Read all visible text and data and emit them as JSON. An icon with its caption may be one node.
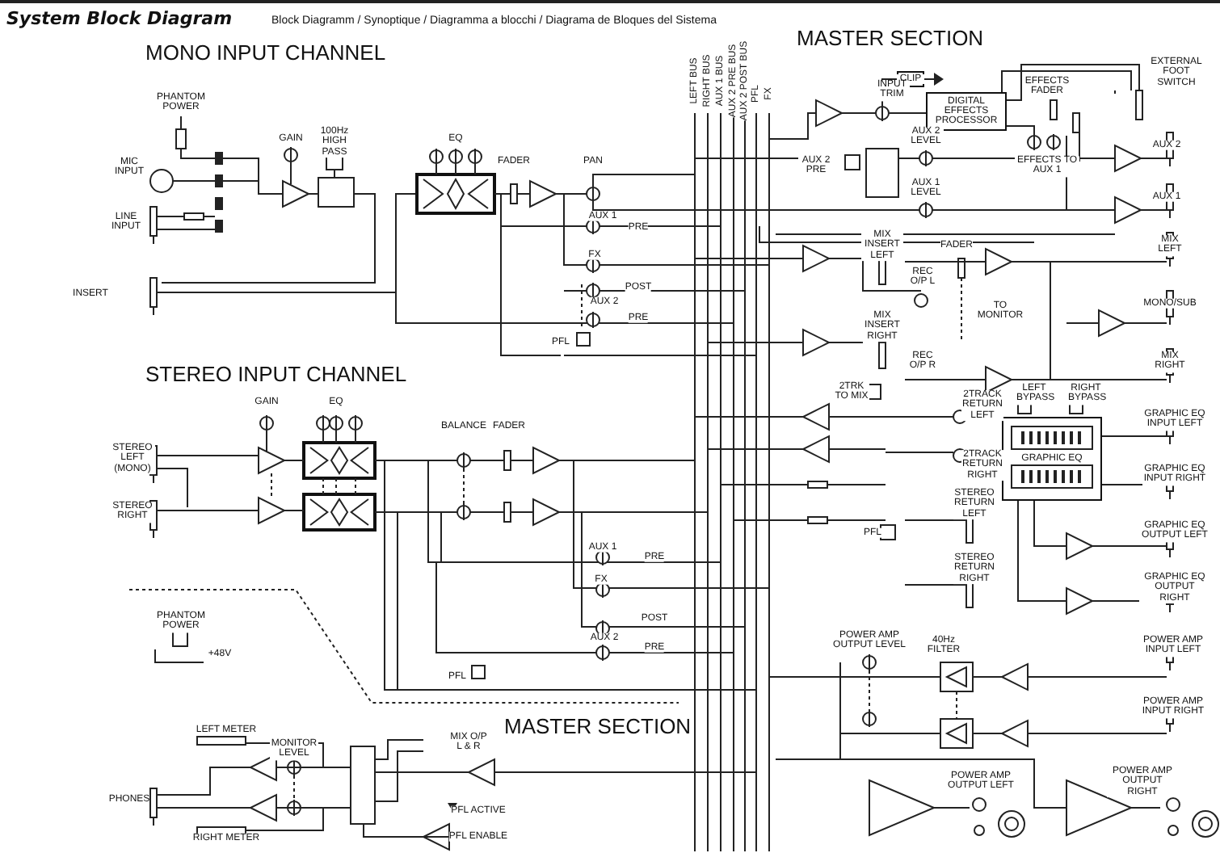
{
  "diagram": {
    "title": "System Block Diagram",
    "nodes": [
      {
        "text": [
          "CLIP"
        ]
      },
      {
        "text": [
          "DIGITAL EFFECTS PROCESSOR"
        ]
      },
      {
        "text": [
          "GRAPHIC EQ"
        ]
      }
    ],
    "labels": [
      "Block Diagramm / Synoptique / Diagramma a blocchi / Diagrama de Bloques del Sistema",
      "MONO INPUT CHANNEL",
      "PHANTOM POWER",
      "GAIN",
      "100Hz HIGH PASS",
      "EQ",
      "FADER",
      "PAN",
      "MIC INPUT",
      "LINE INPUT",
      "AUX 1",
      "PRE",
      "FX",
      "POST",
      "AUX 2",
      "PRE",
      "INSERT",
      "PFL",
      "LEFT BUS",
      "RIGHT BUS",
      "AUX 1 BUS",
      "AUX 2 PRE BUS",
      "AUX 2 POST BUS",
      "PFL",
      "FX",
      "MASTER SECTION",
      "INPUT TRIM",
      "EFFECTS FADER",
      "EXTERNAL FOOT SWITCH",
      "AUX 2 LEVEL",
      "AUX 2 PRE",
      "EFFECTS TO AUX 1",
      "AUX 2",
      "AUX 1 LEVEL",
      "AUX 1",
      "MIX INSERT LEFT",
      "FADER",
      "MIX LEFT",
      "REC O/P L",
      "TO MONITOR",
      "MONO/SUB",
      "MIX INSERT RIGHT",
      "REC O/P R",
      "MIX RIGHT",
      "STEREO INPUT CHANNEL",
      "GAIN",
      "EQ",
      "BALANCE",
      "FADER",
      "STEREO LEFT (MONO)",
      "STEREO RIGHT",
      "2TRK TO MIX",
      "LEFT BYPASS",
      "RIGHT BYPASS",
      "2TRACK RETURN LEFT",
      "GRAPHIC EQ INPUT LEFT",
      "2TRACK RETURN RIGHT",
      "GRAPHIC EQ INPUT RIGHT",
      "STEREO RETURN LEFT",
      "PFL",
      "GRAPHIC EQ OUTPUT LEFT",
      "AUX 1",
      "PRE",
      "FX",
      "POST",
      "AUX 2",
      "PRE",
      "STEREO RETURN RIGHT",
      "GRAPHIC EQ OUTPUT RIGHT",
      "PHANTOM POWER",
      "+48V",
      "POWER AMP OUTPUT LEVEL",
      "40Hz FILTER",
      "POWER AMP INPUT LEFT",
      "PFL",
      "POWER AMP INPUT RIGHT",
      "MASTER SECTION",
      "LEFT METER",
      "MONITOR LEVEL",
      "MIX O/P L & R",
      "PHONES",
      "PFL ACTIVE",
      "RIGHT METER",
      "PFL ENABLE",
      "POWER AMP OUTPUT LEFT",
      "POWER AMP OUTPUT RIGHT"
    ]
  }
}
